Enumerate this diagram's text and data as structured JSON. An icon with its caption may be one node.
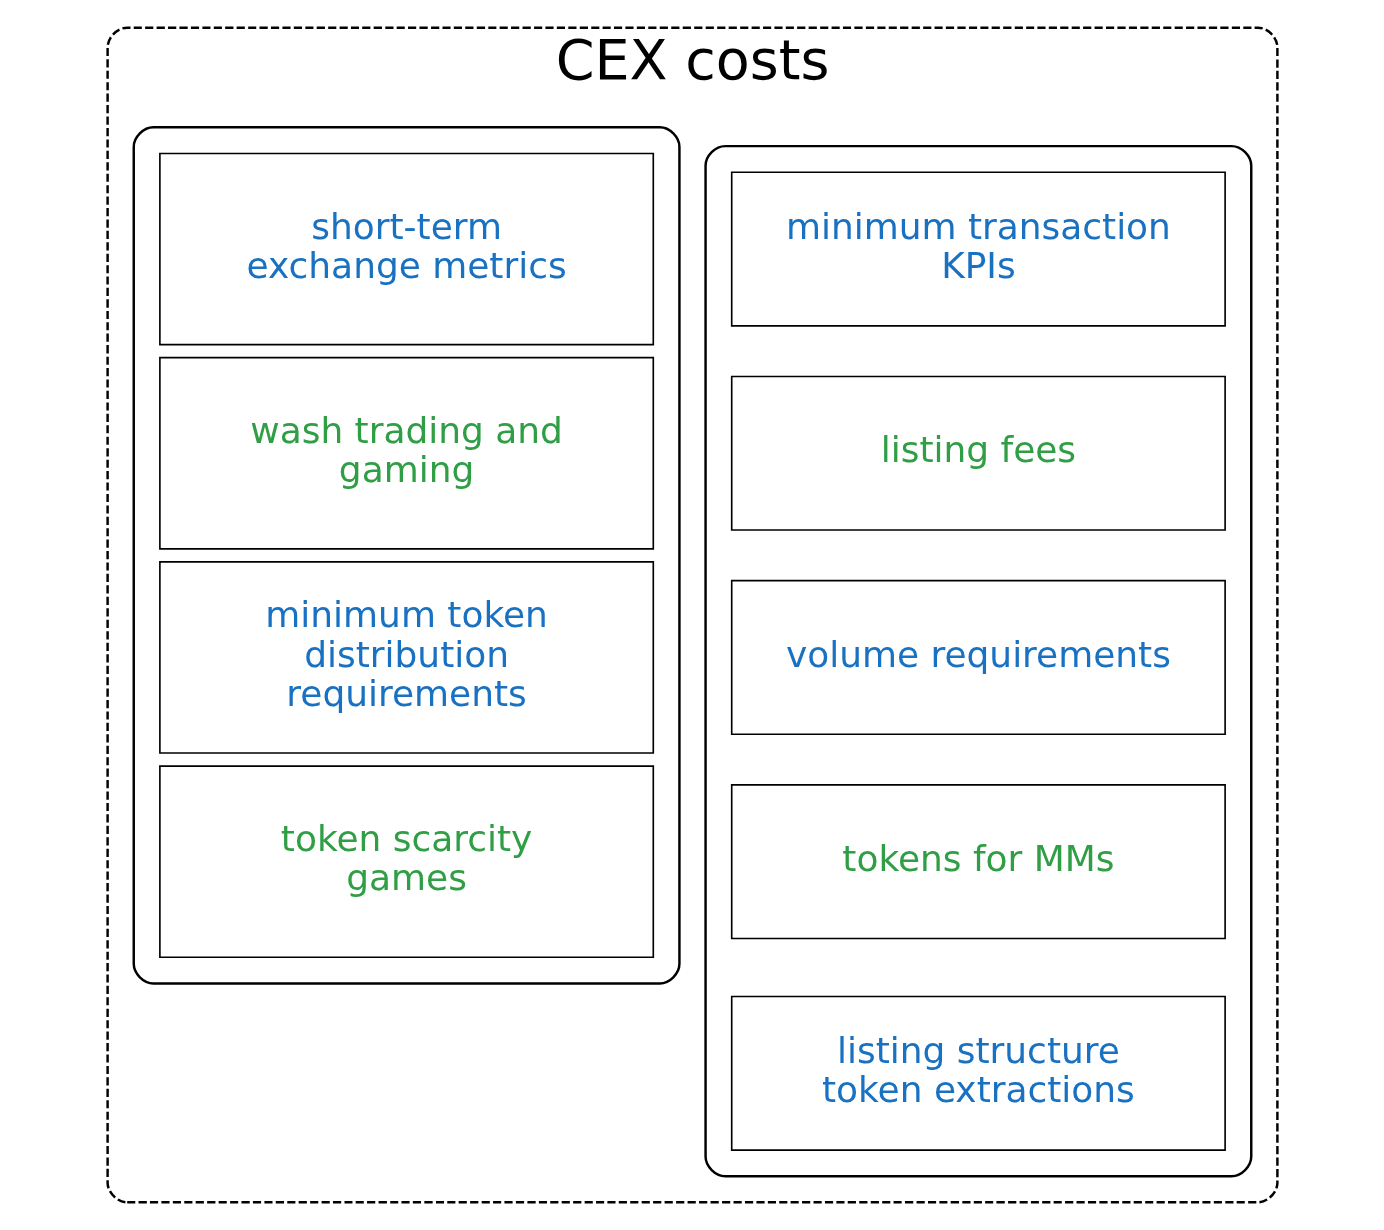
{
  "diagram": {
    "nodes": [
      {
        "text": [
          "CEX costs"
        ]
      },
      {
        "text": [],
        "shape": "box",
        "in": 0
      },
      {
        "text": [
          "minimum transaction KPIs"
        ],
        "in": 1
      },
      {
        "text": [
          "listing fees"
        ],
        "in": 1
      },
      {
        "text": [
          "volume requirements"
        ],
        "in": 1
      },
      {
        "text": [
          "tokens for MMs"
        ],
        "in": 1
      },
      {
        "text": [
          "listing structure token extractions"
        ],
        "in": 1
      },
      {
        "text": [],
        "shape": "box",
        "in": 0
      },
      {
        "text": [
          "short-term exchange metrics"
        ],
        "in": 7
      },
      {
        "text": [
          "wash trading and gaming"
        ],
        "in": 7
      },
      {
        "text": [
          "minimum token distribution requirements"
        ],
        "in": 7
      },
      {
        "text": [
          "token scarcity games"
        ],
        "in": 7
      }
    ],
    "edges": []
  }
}
